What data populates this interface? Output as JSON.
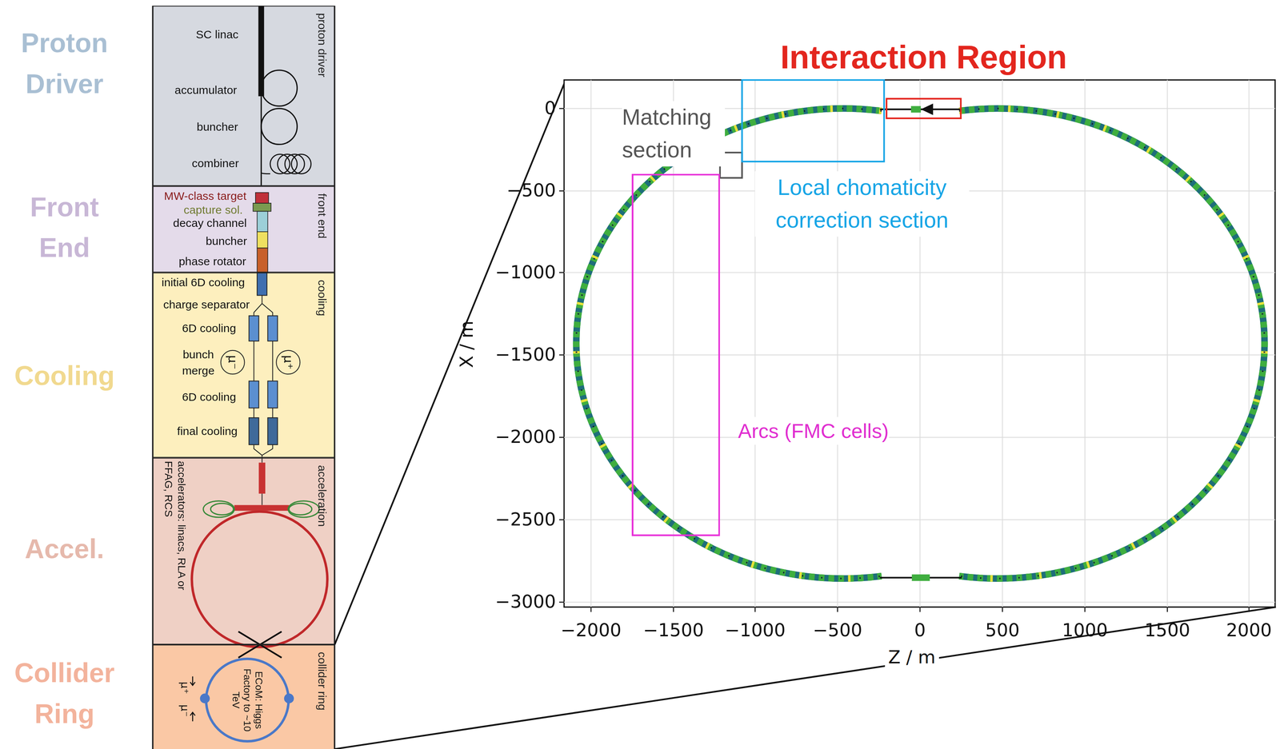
{
  "diagram": {
    "nodes": [
      {
        "text": [
          "Proton Driver",
          "proton driver"
        ]
      },
      {
        "text": [
          "Front End",
          "front end"
        ]
      },
      {
        "text": [
          "Cooling",
          "cooling"
        ]
      },
      {
        "text": [
          "Accel.",
          "acceleration"
        ]
      },
      {
        "text": [
          "Collider Ring",
          "collider ring"
        ]
      },
      {
        "text": [
          "Interaction Region"
        ]
      },
      {
        "text": [
          "Matching section"
        ]
      },
      {
        "text": [
          "Local chomaticity correction section"
        ]
      },
      {
        "text": [
          "Arcs (FMC cells)"
        ]
      },
      {
        "text": [
          "μ⁻"
        ],
        "in": 2
      },
      {
        "text": [
          "μ⁺"
        ],
        "in": 2
      },
      {
        "text": [
          "ECoM: Higgs Factory to ~10 TeV"
        ],
        "in": 4
      }
    ],
    "labels": [
      "SC linac",
      "accumulator",
      "buncher",
      "combiner",
      "MW-class target",
      "capture sol.",
      "decay channel",
      "buncher",
      "phase rotator",
      "initial 6D cooling",
      "charge separator",
      "6D cooling",
      "bunch merge",
      "6D cooling",
      "final cooling",
      "accelerators: linacs, RLA or FFAG, RCS",
      "μ⁺",
      "μ⁻",
      "−2000",
      "−1500",
      "−1000",
      "−500",
      "0",
      "500",
      "1000",
      "1500",
      "2000",
      "0",
      "−500",
      "−1000",
      "−1500",
      "−2000",
      "−2500",
      "−3000",
      "Z / m",
      "X / m"
    ]
  }
}
